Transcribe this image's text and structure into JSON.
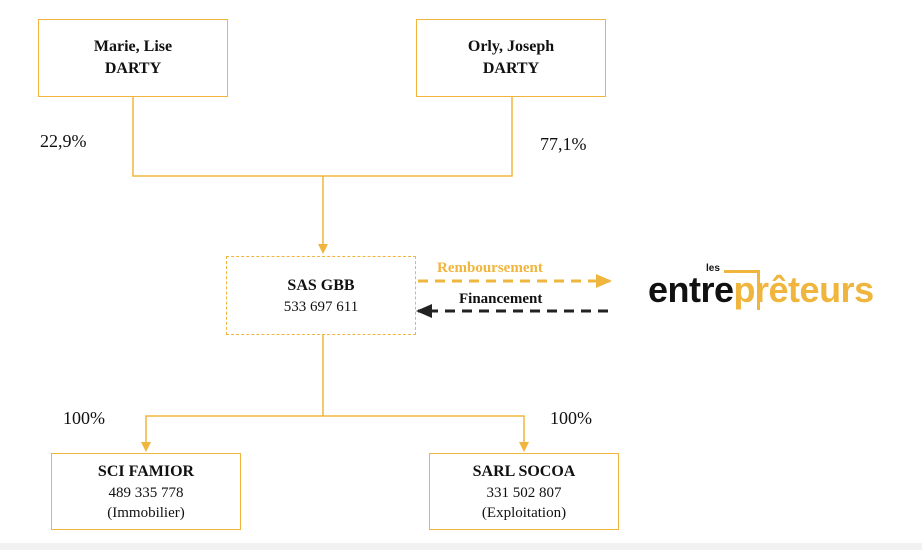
{
  "shareholders": [
    {
      "name": "Marie, Lise",
      "surname": "DARTY",
      "share": "22,9%"
    },
    {
      "name": "Orly, Joseph",
      "surname": "DARTY",
      "share": "77,1%"
    }
  ],
  "holding": {
    "name": "SAS GBB",
    "number": "533 697 611"
  },
  "subsidiaries": [
    {
      "name": "SCI FAMIOR",
      "number": "489 335 778",
      "note": "(Immobilier)",
      "share": "100%"
    },
    {
      "name": "SARL SOCOA",
      "number": "331 502 807",
      "note": "(Exploitation)",
      "share": "100%"
    }
  ],
  "flows": {
    "repayment_label": "Remboursement",
    "financing_label": "Financement"
  },
  "logo": {
    "prefix": "les",
    "word1": "entre",
    "word2": "prêteurs"
  },
  "colors": {
    "accent": "#f0b53c",
    "dark": "#222222"
  }
}
